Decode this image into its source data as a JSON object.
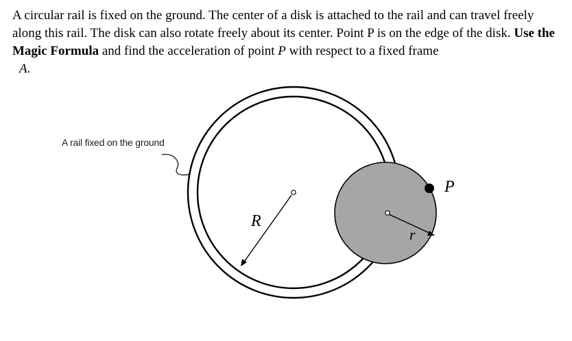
{
  "problem": {
    "part1": "A circular rail is fixed on the ground. The center of a disk is attached to the rail and can travel freely along this rail. The disk can also rotate freely about its center. Point P is on the edge of the disk. ",
    "bold": "Use the Magic Formula",
    "part2": " and find the acceleration of point ",
    "point": "P",
    "part3": " with respect to a fixed frame",
    "frame": "A",
    "part4": "."
  },
  "figure": {
    "rail_label": "A rail fixed on the ground",
    "big_radius_label": "R",
    "small_radius_label": "r",
    "point_label": "P",
    "disk_color": "#a6a6a6",
    "line_color": "#000000"
  }
}
